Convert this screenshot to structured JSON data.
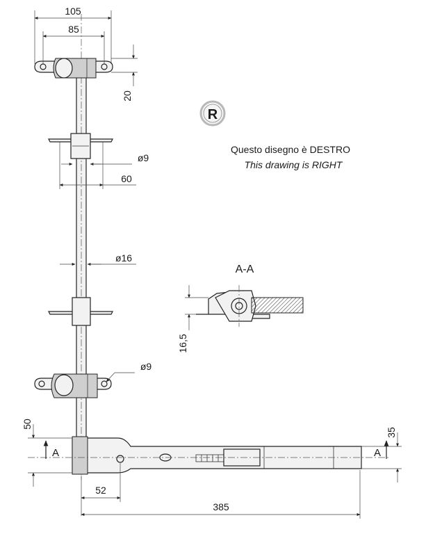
{
  "dimensions": {
    "d105": "105",
    "d85": "85",
    "d20": "20",
    "d_dia9_top": "ø9",
    "d60": "60",
    "d_dia16": "ø16",
    "d_dia9_bottom": "ø9",
    "d16_5": "16,5",
    "d50": "50",
    "d35": "35",
    "d52": "52",
    "d385": "385"
  },
  "badge": {
    "letter": "R"
  },
  "note": {
    "line_it": "Questo disegno è DESTRO",
    "line_en": "This drawing is RIGHT"
  },
  "section": {
    "title": "A-A",
    "marker_left": "A",
    "marker_right": "A"
  },
  "colors": {
    "line": "#222222",
    "badge_ring": "#b8b8b8",
    "badge_fill": "#f4f4f4"
  }
}
